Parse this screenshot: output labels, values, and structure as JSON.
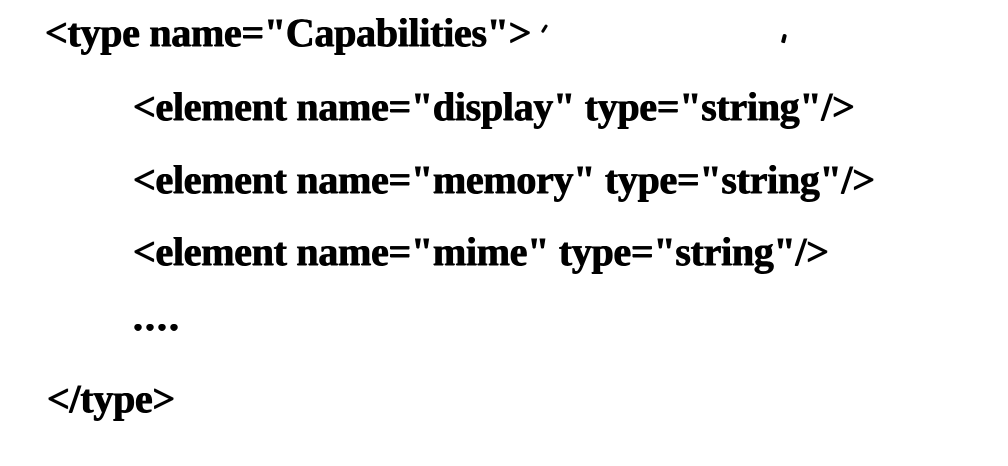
{
  "document": {
    "kind": "scanned-code-figure",
    "background_color": "#ffffff",
    "ink_color": "#000000",
    "code": {
      "language": "xml",
      "lines": [
        {
          "text": "<type name=\"Capabilities\">",
          "indent": 0
        },
        {
          "text": "<element name=\"display\" type=\"string\"/>",
          "indent": 1
        },
        {
          "text": "<element name=\"memory\" type=\"string\"/>",
          "indent": 1
        },
        {
          "text": "<element name=\"mime\" type=\"string\"/>",
          "indent": 1
        },
        {
          "text": "....",
          "indent": 1
        },
        {
          "text": "</type>",
          "indent": 0
        }
      ]
    }
  }
}
